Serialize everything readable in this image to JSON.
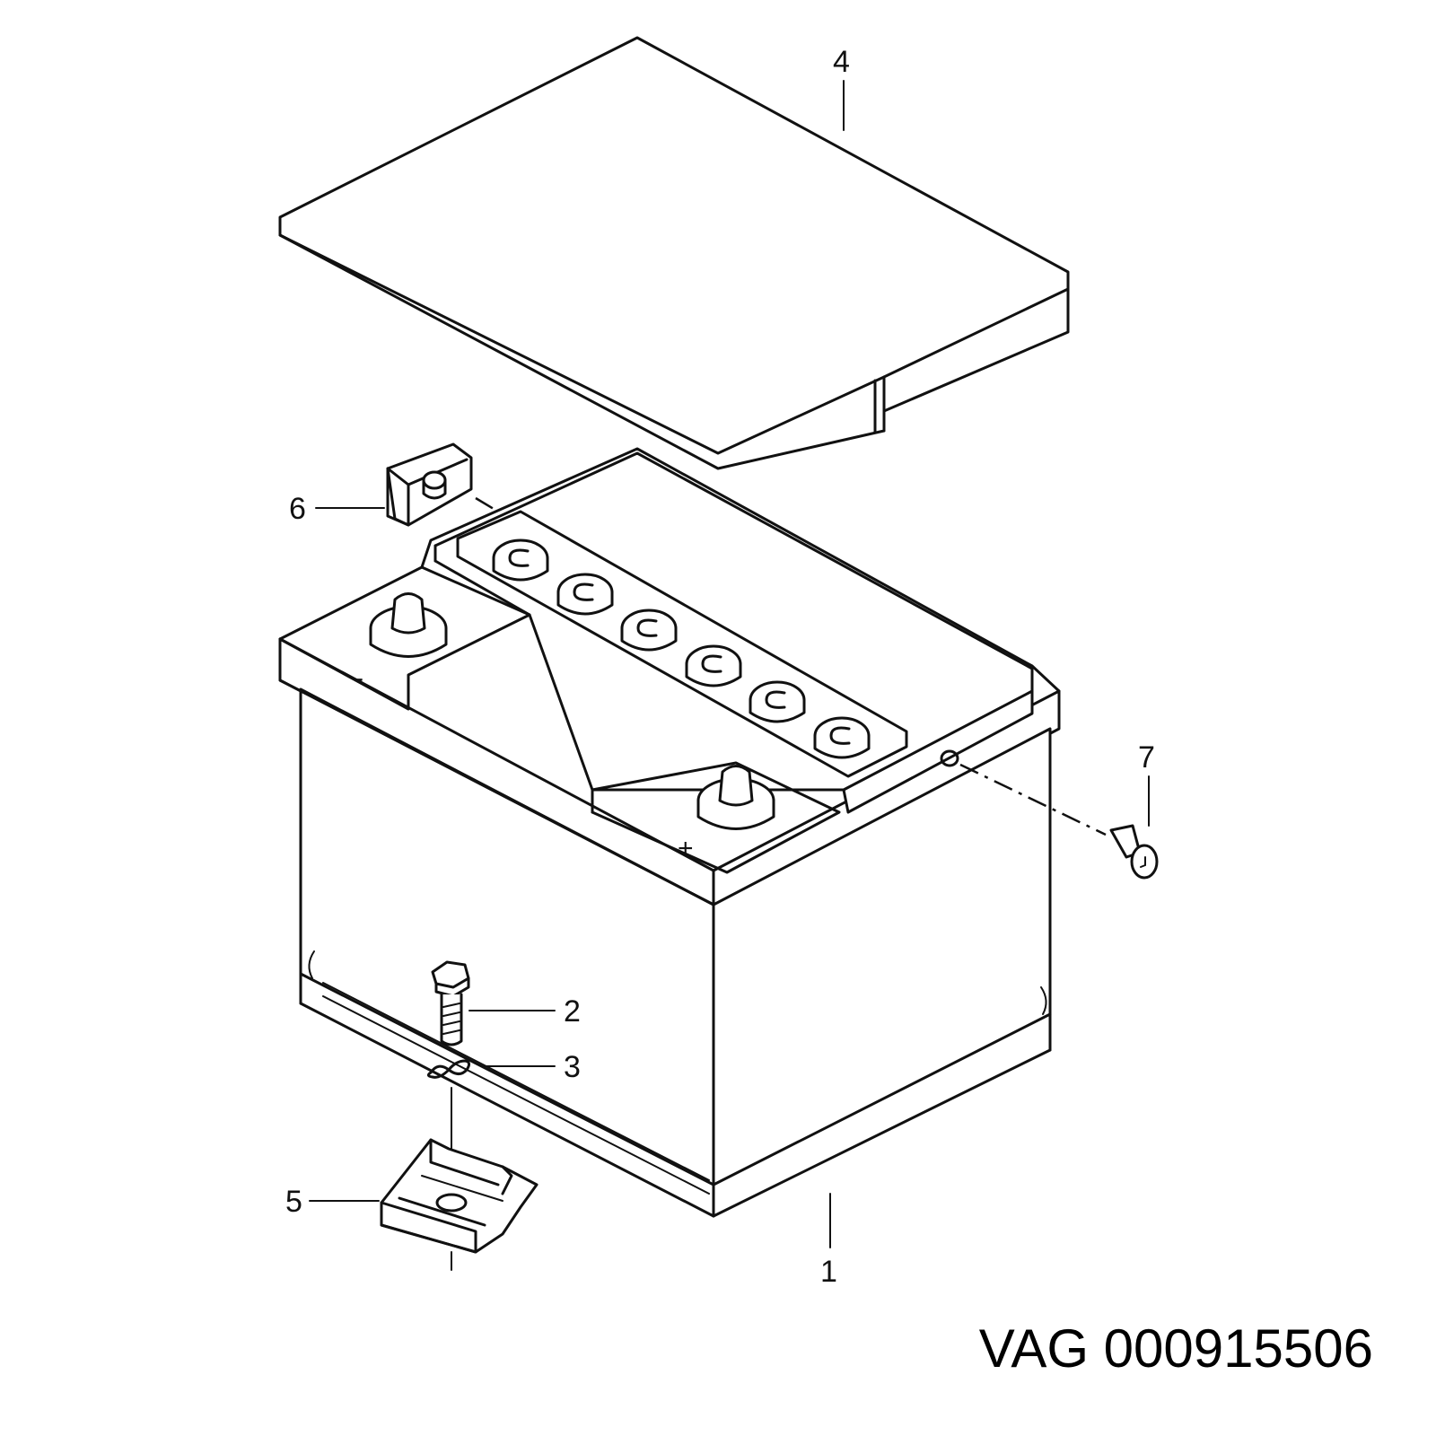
{
  "diagram": {
    "callouts": {
      "battery": "1",
      "bolt": "2",
      "washer": "3",
      "cover": "4",
      "hold_down_clamp": "5",
      "terminal_cap": "6",
      "vent_plug": "7"
    },
    "terminal_signs": {
      "negative": "-",
      "positive": "+"
    }
  },
  "caption": {
    "text": "VAG 000915506"
  },
  "colors": {
    "line": "#111111",
    "background": "#ffffff"
  }
}
